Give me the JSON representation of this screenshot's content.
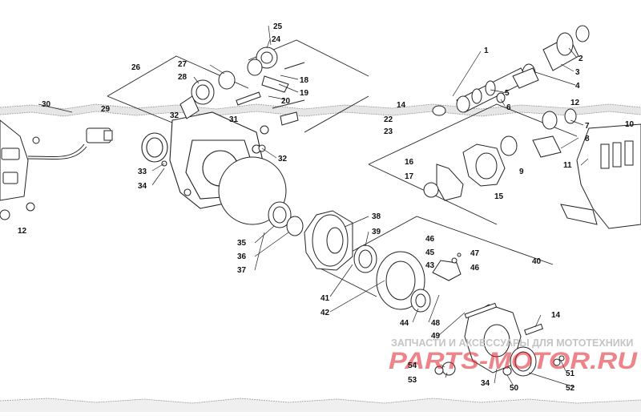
{
  "watermark": {
    "tagline": "ЗАПЧАСТИ И АКСЕССУАРЫ ДЛЯ МОТОТЕХНИКИ",
    "brand": "PARTS-MOTOR.RU",
    "brand_color": "#e0202a"
  },
  "callouts": {
    "c1": "1",
    "c2": "2",
    "c3": "3",
    "c4": "4",
    "c5": "5",
    "c6": "6",
    "c7": "7",
    "c8": "8",
    "c9": "9",
    "c10": "10",
    "c11": "11",
    "c12a": "12",
    "c12b": "12",
    "c14a": "14",
    "c14b": "14",
    "c15": "15",
    "c16": "16",
    "c17": "17",
    "c18": "18",
    "c19": "19",
    "c20": "20",
    "c22": "22",
    "c23": "23",
    "c24": "24",
    "c25": "25",
    "c26": "26",
    "c27": "27",
    "c28": "28",
    "c29": "29",
    "c30": "30",
    "c31": "31",
    "c32a": "32",
    "c32b": "32",
    "c33": "33",
    "c34a": "34",
    "c34b": "34",
    "c35": "35",
    "c36": "36",
    "c37": "37",
    "c38": "38",
    "c39": "39",
    "c40": "40",
    "c41": "41",
    "c42": "42",
    "c43": "43",
    "c44": "44",
    "c45": "45",
    "c46a": "46",
    "c46b": "46",
    "c47": "47",
    "c48": "48",
    "c49": "49",
    "c50": "50",
    "c51": "51",
    "c52": "52",
    "c53": "53",
    "c54": "54"
  }
}
